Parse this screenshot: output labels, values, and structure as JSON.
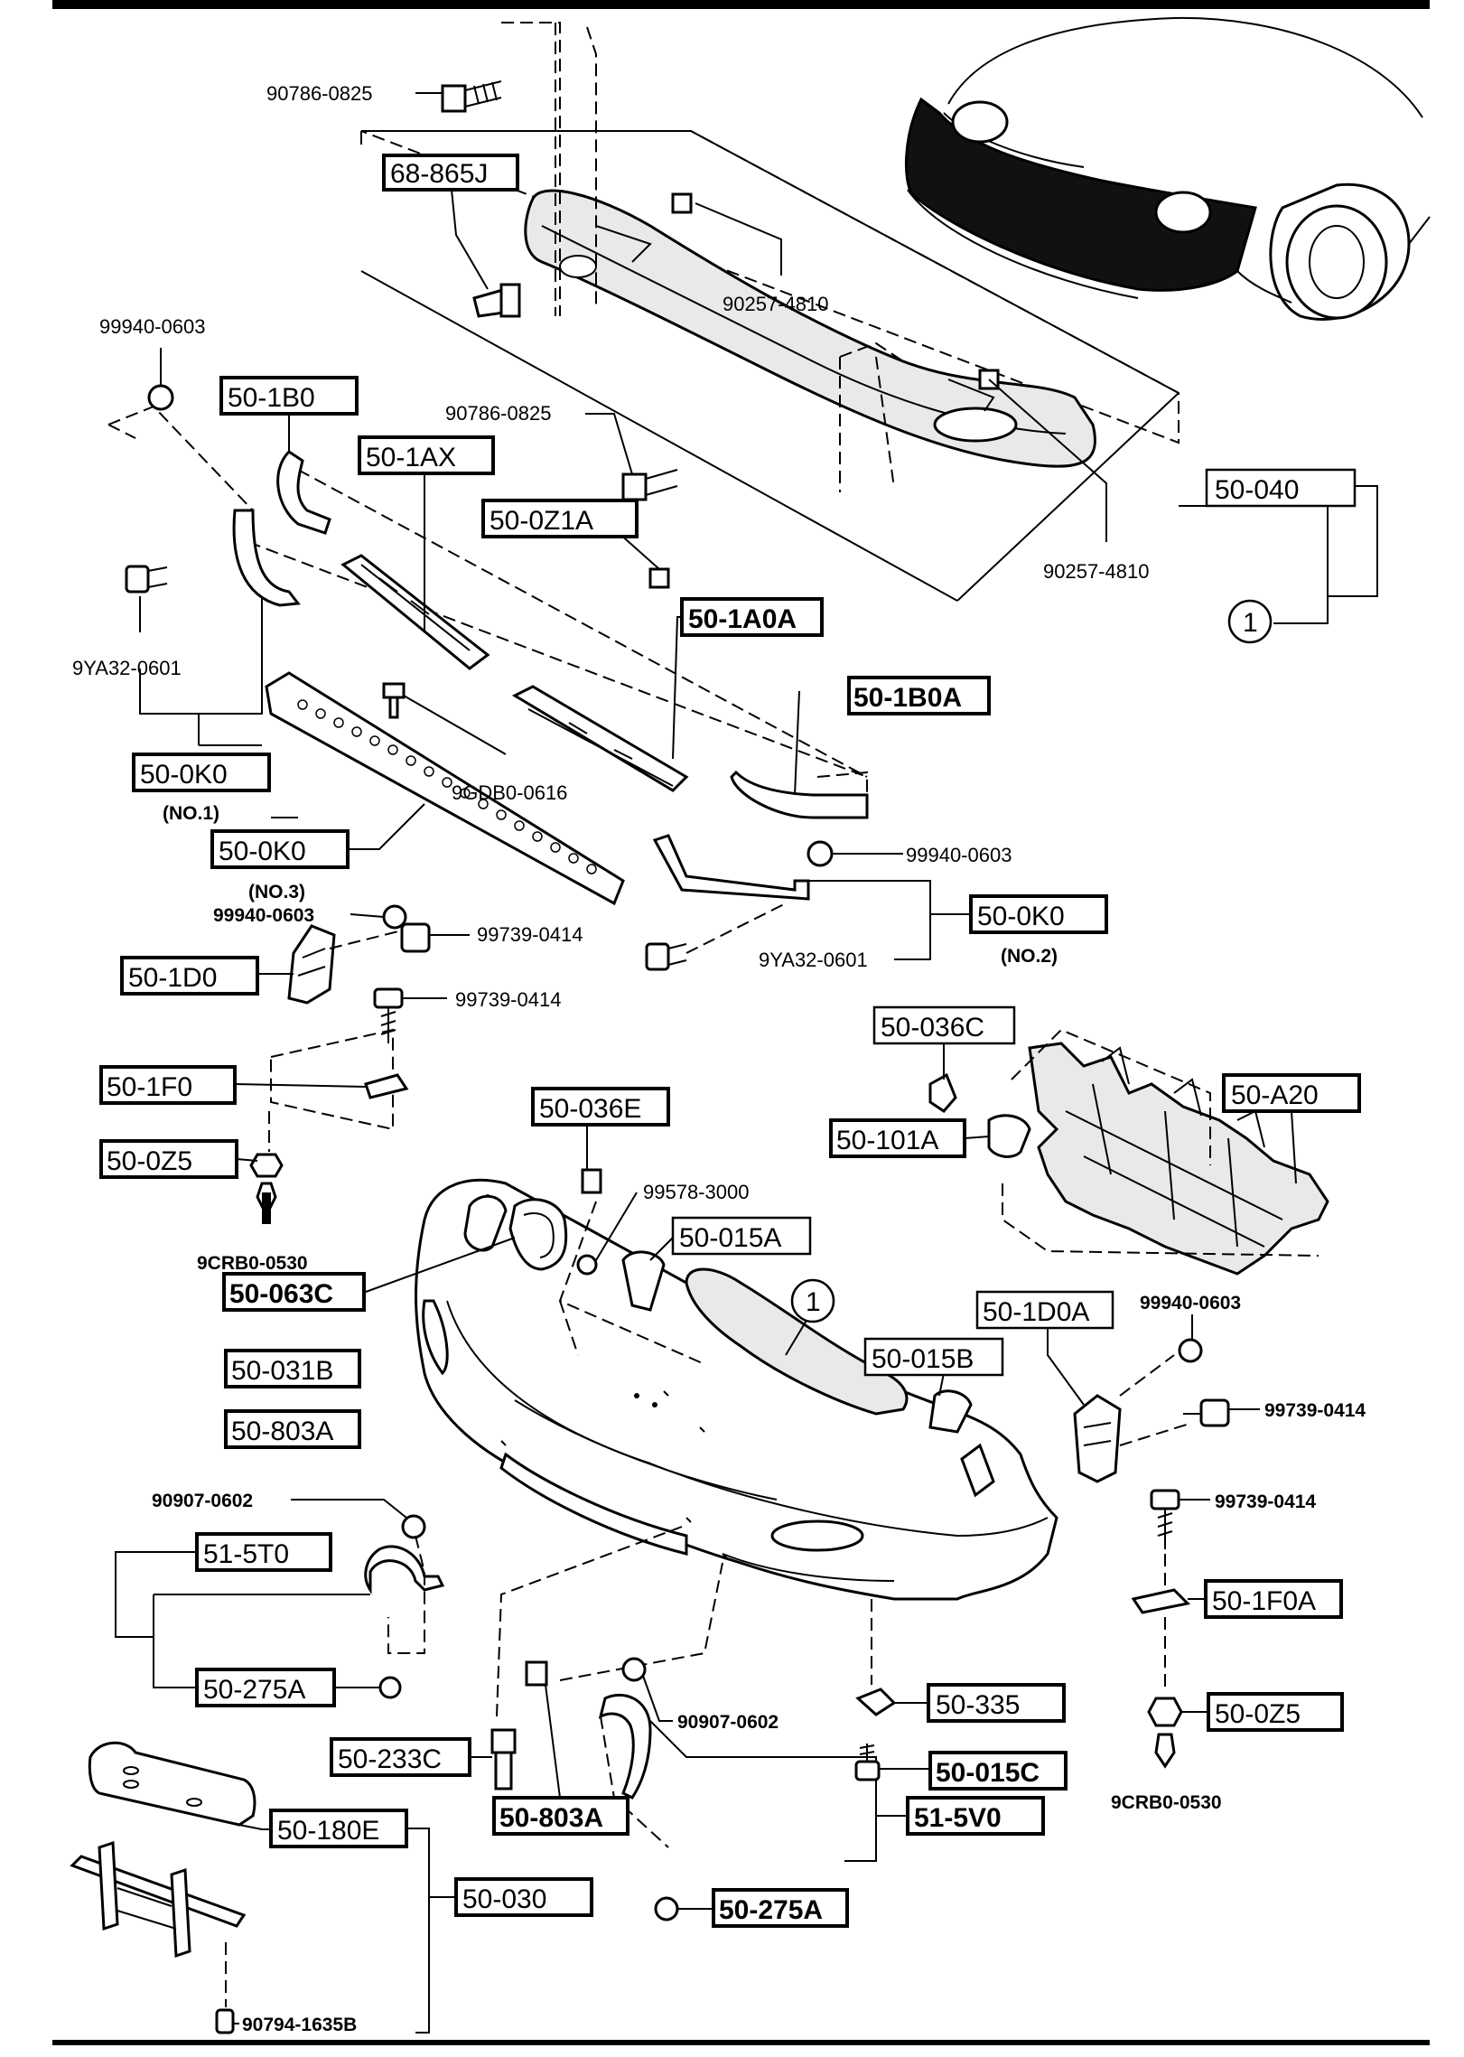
{
  "labels": {
    "l_90786_0825_top": "90786-0825",
    "l_90257_4810_a": "90257-4810",
    "l_99940_0603_a": "99940-0603",
    "l_90786_0825_mid": "90786-0825",
    "l_90257_4810_b": "90257-4810",
    "l_9ya32_0601_a": "9YA32-0601",
    "l_9gdb0_0616": "9GDB0-0616",
    "l_no1": "(NO.1)",
    "l_no3": "(NO.3)",
    "l_99940_0603_b": "99940-0603",
    "l_99940_0603_c": "99940-0603",
    "l_99739_0414_a": "99739-0414",
    "l_9ya32_0601_b": "9YA32-0601",
    "l_no2": "(NO.2)",
    "l_99739_0414_b": "99739-0414",
    "l_9crb0_0530_a": "9CRB0-0530",
    "l_99578_3000": "99578-3000",
    "l_99940_0603_d": "99940-0603",
    "l_99739_0414_c": "99739-0414",
    "l_99739_0414_d": "99739-0414",
    "l_90907_0602_a": "90907-0602",
    "l_90907_0602_b": "90907-0602",
    "l_9crb0_0530_b": "9CRB0-0530",
    "l_90794_1635b": "90794-1635B"
  },
  "boxes": {
    "b_68_865j": "68-865J",
    "b_50_1b0": "50-1B0",
    "b_50_1ax": "50-1AX",
    "b_50_0z1a": "50-0Z1A",
    "b_50_040": "50-040",
    "b_circle_1_top": "1",
    "b_50_1a0a": "50-1A0A",
    "b_50_1b0a": "50-1B0A",
    "b_50_0k0_no1": "50-0K0",
    "b_50_0k0_no3": "50-0K0",
    "b_50_0k0_no2": "50-0K0",
    "b_50_1d0": "50-1D0",
    "b_50_036c": "50-036C",
    "b_50_a20": "50-A20",
    "b_50_1f0": "50-1F0",
    "b_50_036e": "50-036E",
    "b_50_101a": "50-101A",
    "b_50_0z5_left": "50-0Z5",
    "b_50_015a": "50-015A",
    "b_circle_1_mid": "1",
    "b_50_1d0a": "50-1D0A",
    "b_50_063c": "50-063C",
    "b_50_015b": "50-015B",
    "b_50_031b": "50-031B",
    "b_50_803a_left": "50-803A",
    "b_51_5t0": "51-5T0",
    "b_50_1f0a": "50-1F0A",
    "b_50_275a_left": "50-275A",
    "b_50_335": "50-335",
    "b_50_0z5_right": "50-0Z5",
    "b_50_233c": "50-233C",
    "b_50_015c": "50-015C",
    "b_50_803a_bottom": "50-803A",
    "b_51_5v0": "51-5V0",
    "b_50_180e": "50-180E",
    "b_50_275a_bottom": "50-275A",
    "b_50_030": "50-030"
  }
}
